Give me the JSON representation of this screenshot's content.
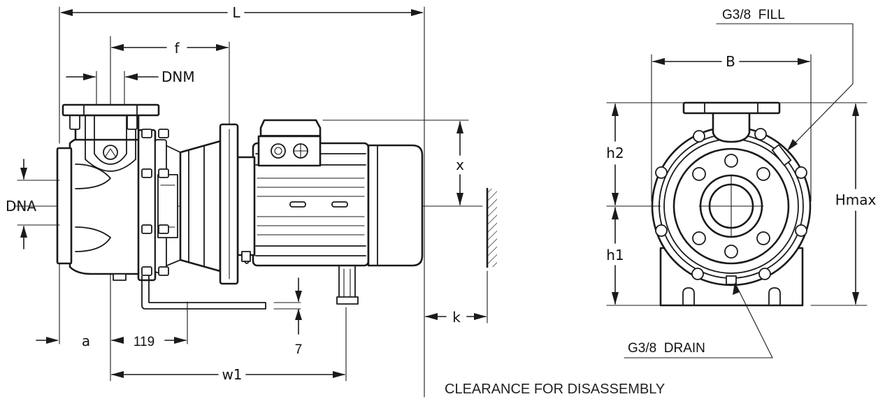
{
  "labels": {
    "L": "L",
    "f": "f",
    "DNM": "DNM",
    "DNA": "DNA",
    "x": "x",
    "a": "a",
    "d119": "119",
    "d7": "7",
    "w1": "w1",
    "k": "k",
    "B": "B",
    "h2": "h2",
    "h1": "h1",
    "Hmax": "Hmax",
    "fill": "G3/8  FILL",
    "drain": "G3/8  DRAIN",
    "clearance": "CLEARANCE FOR DISASSEMBLY"
  },
  "colors": {
    "ink": "#1a1a1a",
    "paper": "#ffffff"
  }
}
